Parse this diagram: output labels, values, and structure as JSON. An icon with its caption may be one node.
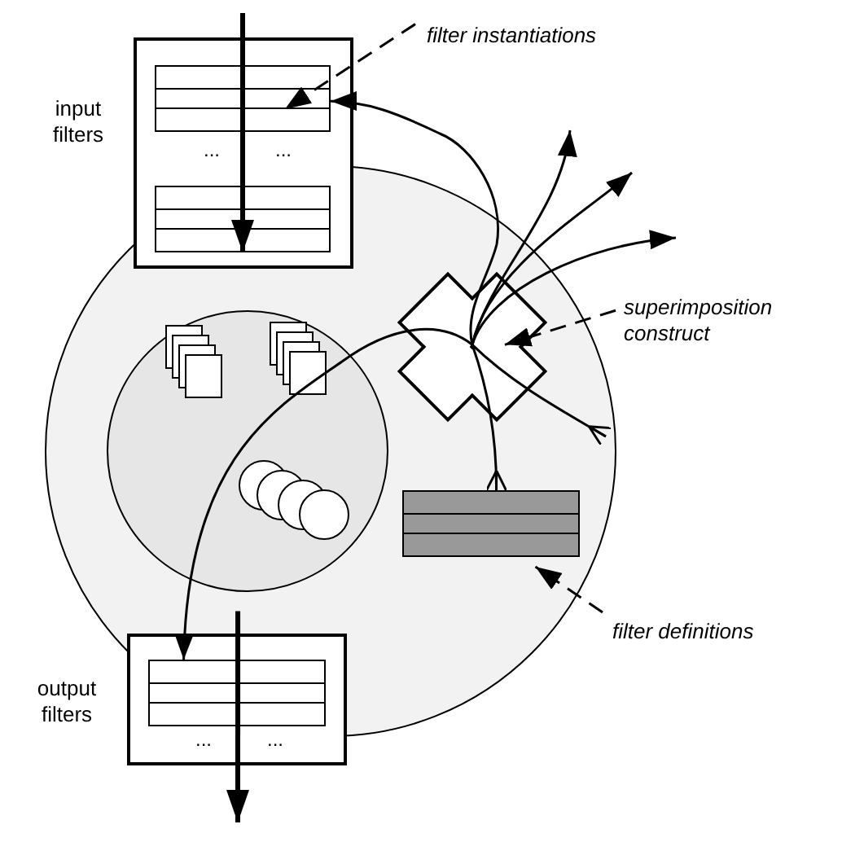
{
  "diagram": {
    "nodes": [
      {
        "text": [
          "input filters",
          "...",
          "..."
        ]
      },
      {
        "text": [],
        "shape": "box",
        "in": 0
      },
      {
        "text": [],
        "shape": "box",
        "in": 0
      },
      {
        "text": [
          "output filters",
          "...",
          "..."
        ]
      },
      {
        "text": [],
        "shape": "box",
        "in": 3
      },
      {
        "text": [],
        "shape": "picture"
      },
      {
        "text": [],
        "shape": "box"
      },
      {
        "text": [
          "filter instantiations"
        ]
      },
      {
        "text": [
          "superimposition construct"
        ]
      },
      {
        "text": [
          "filter definitions"
        ]
      }
    ],
    "edges": [
      {
        "from": null,
        "to": 2,
        "arrow": "to",
        "style": "thick"
      },
      {
        "from": 3,
        "to": null,
        "arrow": "to",
        "style": "thick"
      },
      {
        "from": 5,
        "to": 1,
        "arrow": "to"
      },
      {
        "from": 5,
        "to": null,
        "arrow": "to"
      },
      {
        "from": 5,
        "to": null,
        "arrow": "to"
      },
      {
        "from": 5,
        "to": null,
        "arrow": "to"
      },
      {
        "from": 5,
        "to": null,
        "arrow": "other"
      },
      {
        "from": 5,
        "to": 4,
        "arrow": "to"
      },
      {
        "from": 5,
        "to": 6,
        "arrow": "other"
      },
      {
        "from": 7,
        "to": 1,
        "arrow": "to",
        "style": "dashed"
      },
      {
        "from": 8,
        "to": 5,
        "arrow": "to",
        "style": "dashed"
      },
      {
        "from": 9,
        "to": 6,
        "arrow": "to",
        "style": "dashed"
      }
    ]
  }
}
